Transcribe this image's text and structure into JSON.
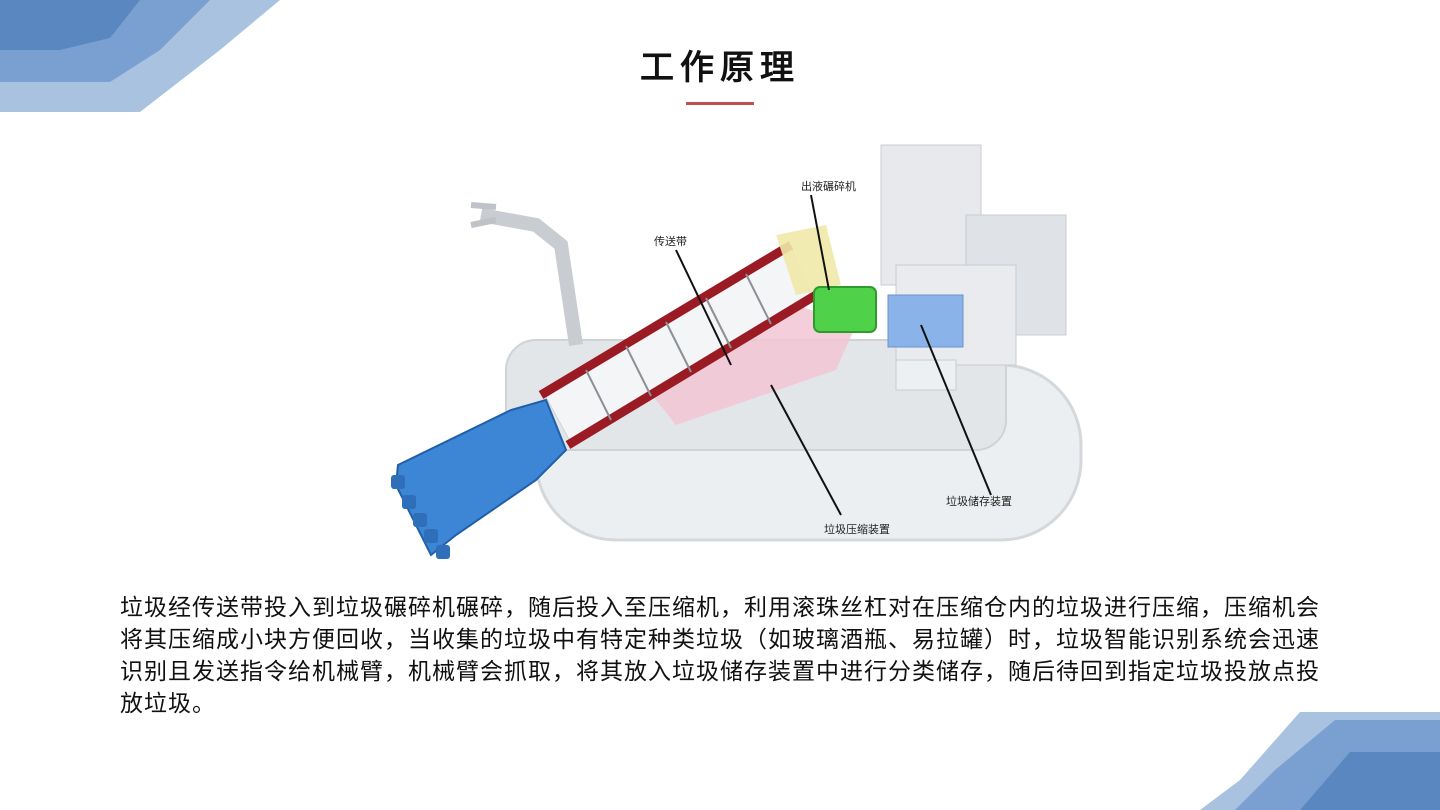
{
  "title": "工作原理",
  "colors": {
    "accent_line": "#c0504d",
    "deco_dark": "#5b87c0",
    "deco_light": "#a9c2e0",
    "conveyor_red": "#9a1b24",
    "chute_blue": "#3d86d6",
    "crusher_green": "#4fd14a",
    "storage_blue": "#8ab3ea"
  },
  "figure": {
    "callouts": {
      "crusher": "出液碾碎机",
      "conveyor": "传送带",
      "compress": "垃圾压缩装置",
      "storage": "垃圾储存装置"
    }
  },
  "description": "垃圾经传送带投入到垃圾碾碎机碾碎，随后投入至压缩机，利用滚珠丝杠对在压缩仓内的垃圾进行压缩，压缩机会将其压缩成小块方便回收，当收集的垃圾中有特定种类垃圾（如玻璃酒瓶、易拉罐）时，垃圾智能识别系统会迅速识别且发送指令给机械臂，机械臂会抓取，将其放入垃圾储存装置中进行分类储存，随后待回到指定垃圾投放点投放垃圾。"
}
